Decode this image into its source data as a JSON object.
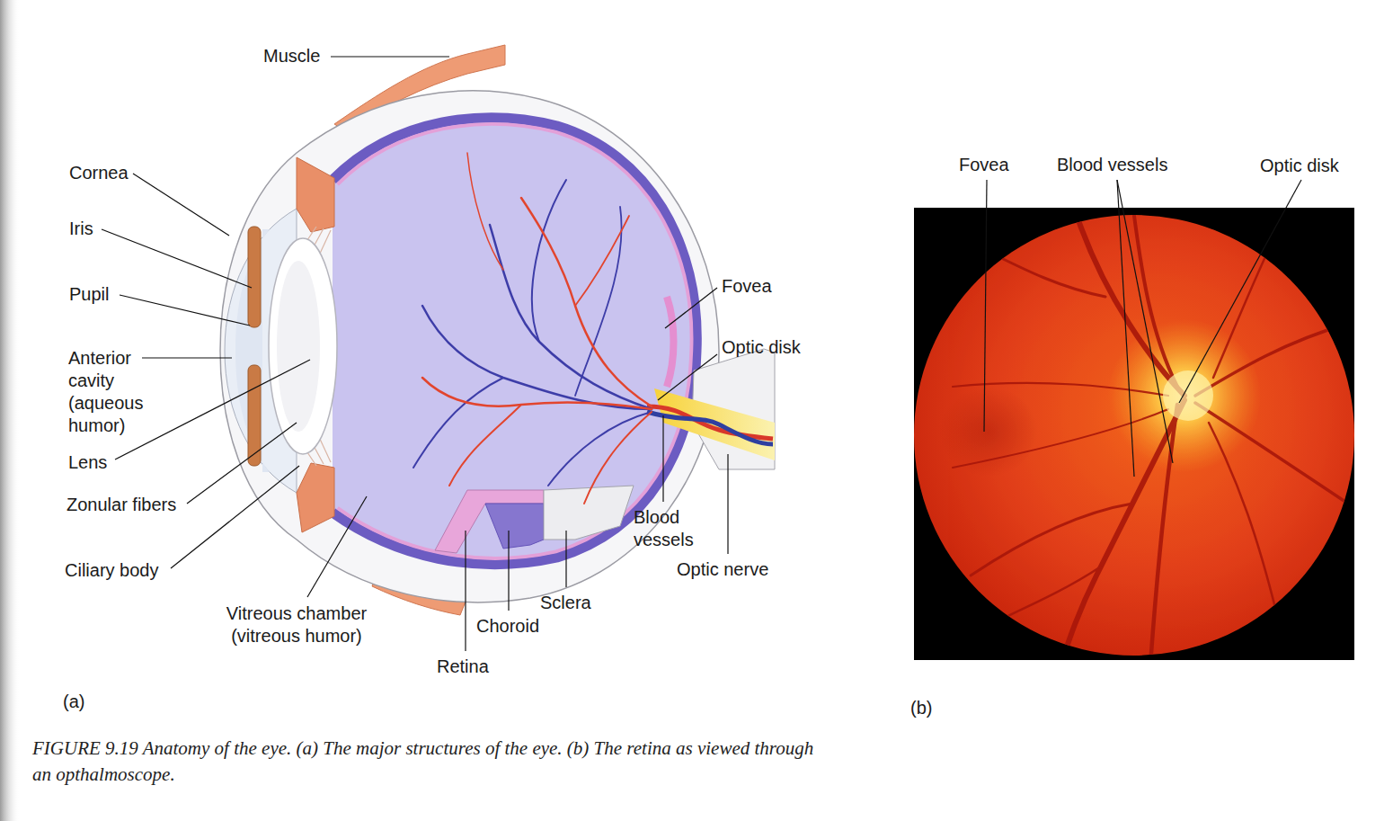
{
  "diagram": {
    "caption": "FIGURE 9.19 Anatomy of the eye. (a) The major structures of the eye. (b) The retina as viewed through an opthalmoscope.",
    "labels": [
      "Muscle",
      "Cornea",
      "Iris",
      "Pupil",
      "Anterior cavity (aqueous humor)",
      "Lens",
      "Zonular fibers",
      "Ciliary body",
      "Vitreous chamber (vitreous humor)",
      "Retina",
      "Choroid",
      "Sclera",
      "Blood vessels",
      "Optic nerve",
      "Optic disk",
      "Fovea",
      "(a)",
      "Fovea",
      "Blood vessels",
      "Optic disk",
      "(b)"
    ]
  }
}
